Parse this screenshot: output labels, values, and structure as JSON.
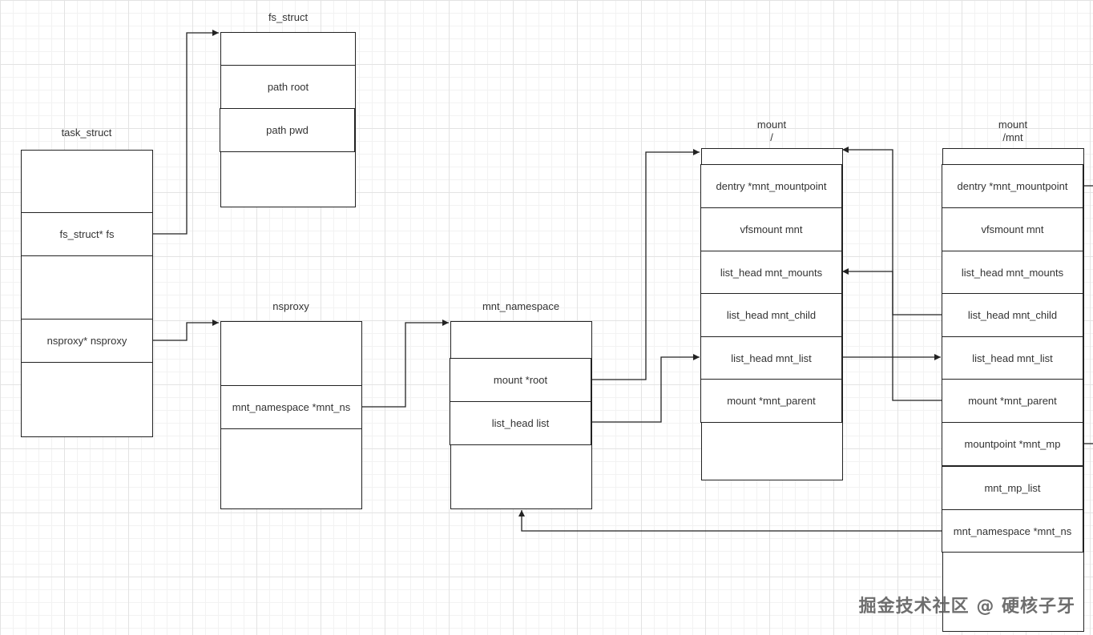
{
  "colors": {
    "line": "#222222",
    "text": "#333333"
  },
  "task_struct": {
    "title": "task_struct",
    "fields": [
      "fs_struct* fs",
      "nsproxy* nsproxy"
    ]
  },
  "fs_struct": {
    "title": "fs_struct",
    "fields": [
      "path root",
      "path pwd"
    ]
  },
  "nsproxy": {
    "title": "nsproxy",
    "fields": [
      "mnt_namespace *mnt_ns"
    ]
  },
  "mnt_namespace": {
    "title": "mnt_namespace",
    "fields": [
      "mount *root",
      "list_head list"
    ]
  },
  "mount_root": {
    "title": "mount",
    "subtitle": "/",
    "fields": [
      "dentry *mnt_mountpoint",
      "vfsmount mnt",
      "list_head mnt_mounts",
      "list_head mnt_child",
      "list_head mnt_list",
      "mount *mnt_parent"
    ]
  },
  "mount_mnt": {
    "title": "mount",
    "subtitle": "/mnt",
    "fields": [
      "dentry *mnt_mountpoint",
      "vfsmount mnt",
      "list_head mnt_mounts",
      "list_head mnt_child",
      "list_head mnt_list",
      "mount *mnt_parent",
      "mountpoint *mnt_mp",
      "mnt_mp_list",
      "mnt_namespace *mnt_ns"
    ]
  },
  "watermark": "掘金技术社区 @ 硬核子牙"
}
